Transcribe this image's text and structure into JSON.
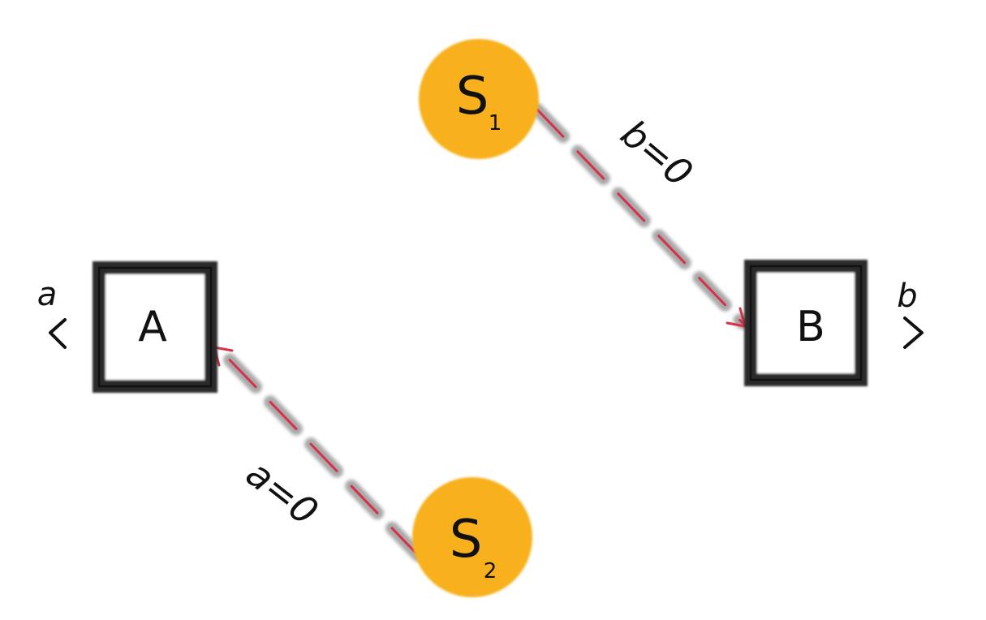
{
  "nodes": {
    "box_a": {
      "label": "A",
      "port_label": "a"
    },
    "box_b": {
      "label": "B",
      "port_label": "b"
    },
    "source_1": {
      "letter": "S",
      "subscript": "1"
    },
    "source_2": {
      "letter": "S",
      "subscript": "2"
    }
  },
  "edges": {
    "s1_to_b": {
      "label": "b=0"
    },
    "s2_to_a": {
      "label": "a=0"
    }
  },
  "colors": {
    "source_fill": "#f8b11c",
    "box_stroke": "#2b2b2b",
    "link_gray": "#9a9a9a",
    "link_red": "#d9304a",
    "ink": "#111111"
  }
}
